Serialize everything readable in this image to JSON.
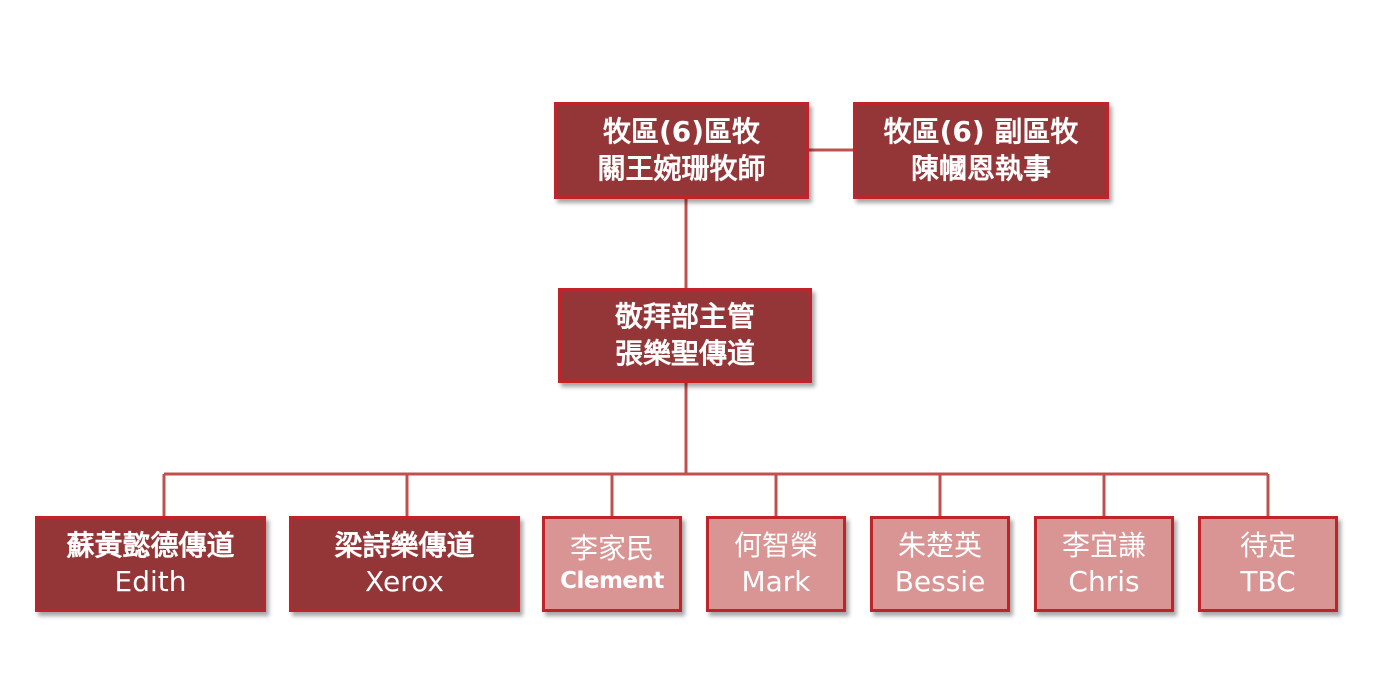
{
  "colors": {
    "dark_fill": "#943638",
    "light_fill": "#d99594",
    "border": "#c0242b",
    "connector": "#c0504d",
    "text": "#ffffff"
  },
  "nodes": {
    "pastor": {
      "line1": "牧區(6)區牧",
      "line2": "關王婉珊牧師"
    },
    "deputy": {
      "line1": "牧區(6) 副區牧",
      "line2": "陳幗恩執事"
    },
    "worship_head": {
      "line1": "敬拜部主管",
      "line2": "張樂聖傳道"
    },
    "members": [
      {
        "line1": "蘇黃懿德傳道",
        "line2": "Edith"
      },
      {
        "line1": "梁詩樂傳道",
        "line2": "Xerox"
      },
      {
        "line1": "李家民",
        "line2": "Clement"
      },
      {
        "line1": "何智榮",
        "line2": "Mark"
      },
      {
        "line1": "朱楚英",
        "line2": "Bessie"
      },
      {
        "line1": "李宜謙",
        "line2": "Chris"
      },
      {
        "line1": "待定",
        "line2": "TBC"
      }
    ]
  }
}
